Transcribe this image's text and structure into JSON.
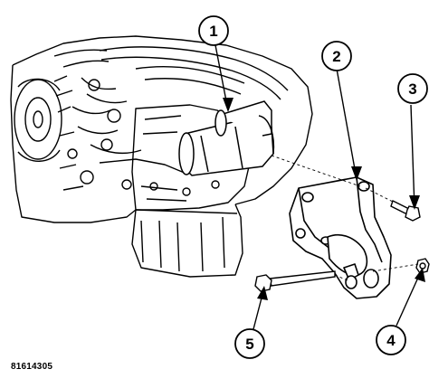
{
  "figure": {
    "reference_id": "81614305",
    "callouts": [
      {
        "number": "1"
      },
      {
        "number": "2"
      },
      {
        "number": "3"
      },
      {
        "number": "4"
      },
      {
        "number": "5"
      }
    ]
  }
}
